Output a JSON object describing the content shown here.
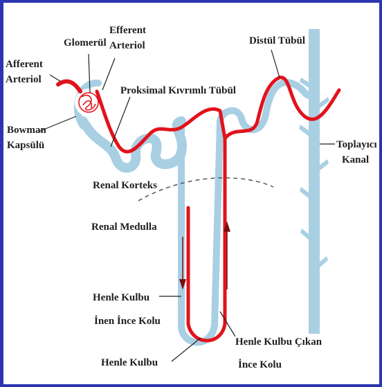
{
  "colors": {
    "frame": "#2c35b0",
    "tubule": "#a9cfe3",
    "blood": "#e2121b",
    "label": "#1e1e1e",
    "boundary": "#555555"
  },
  "labels": {
    "afferent": [
      "Afferent",
      "Arteriol"
    ],
    "glomerul": "Glomerül",
    "efferent": [
      "Efferent",
      "Arteriol"
    ],
    "proksimal": "Proksimal Kıvrımlı Tübül",
    "distal": "Distül Tübül",
    "bowman": [
      "Bowman",
      "Kapsülü"
    ],
    "toplayici": [
      "Toplayıcı",
      "Kanal"
    ],
    "korteks": "Renal Korteks",
    "medulla": "Renal Medulla",
    "henle_inen": [
      "Henle Kulbu",
      "İnen İnce Kolu"
    ],
    "henle_kulbu": "Henle Kulbu",
    "henle_cikan": [
      "Henle Kulbu Çıkan",
      "İnce Kolu"
    ]
  }
}
